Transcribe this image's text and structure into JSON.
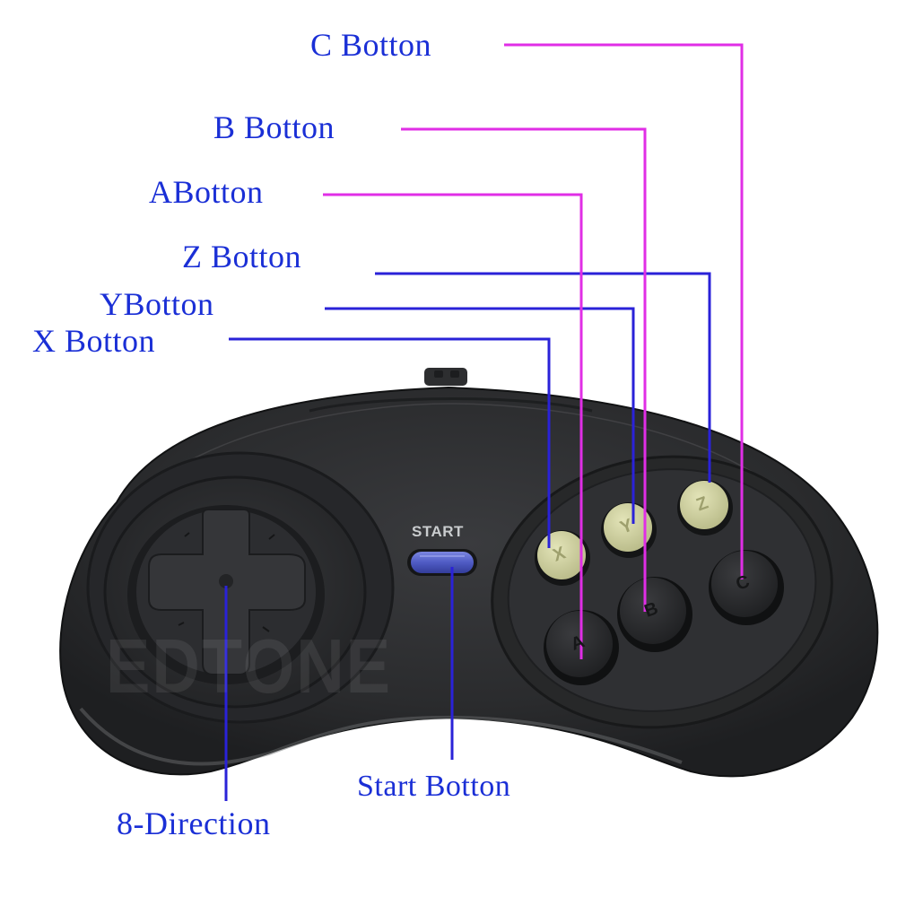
{
  "diagram": {
    "subject": "6-button game controller",
    "colors": {
      "label_text": "#1a2fd6",
      "leader_blue": "#2a22d8",
      "leader_magenta": "#e02ee6",
      "body": "#2b2c2e",
      "face_buttons_light": "#d2d3a2",
      "face_buttons_dark": "#262729",
      "start_button": "#4f5bc4",
      "background": "#ffffff"
    },
    "labels": {
      "c_button": "C Botton",
      "b_button": "B Botton",
      "a_button": "ABotton",
      "z_button": "Z Botton",
      "y_button": "YBotton",
      "x_button": "X Botton",
      "start_button": "Start Botton",
      "dpad": "8-Direction"
    },
    "controller": {
      "start_printed_text": "START",
      "watermark": "EDTONE",
      "button_glyphs": {
        "x": "X",
        "y": "Y",
        "z": "Z",
        "a": "A",
        "b": "B",
        "c": "C"
      }
    }
  }
}
